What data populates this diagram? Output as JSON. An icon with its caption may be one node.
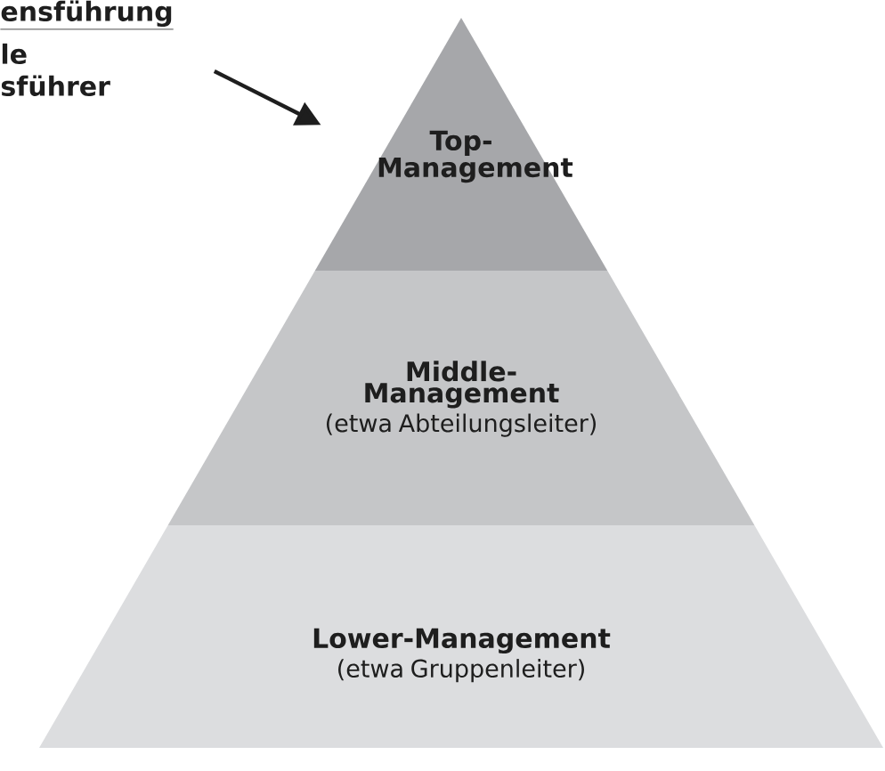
{
  "diagram": {
    "nodes": [
      {
        "text": [
          "ensführung",
          "le sführer"
        ]
      },
      {
        "text": [
          "Top- Management"
        ]
      },
      {
        "text": [
          "Middle- Management",
          "(etwa Abteilungsleiter)"
        ]
      },
      {
        "text": [
          "Lower-Management",
          "(etwa Gruppenleiter)"
        ]
      }
    ],
    "edges": [
      {
        "from": 0,
        "to": 1,
        "arrow": "to"
      }
    ]
  }
}
